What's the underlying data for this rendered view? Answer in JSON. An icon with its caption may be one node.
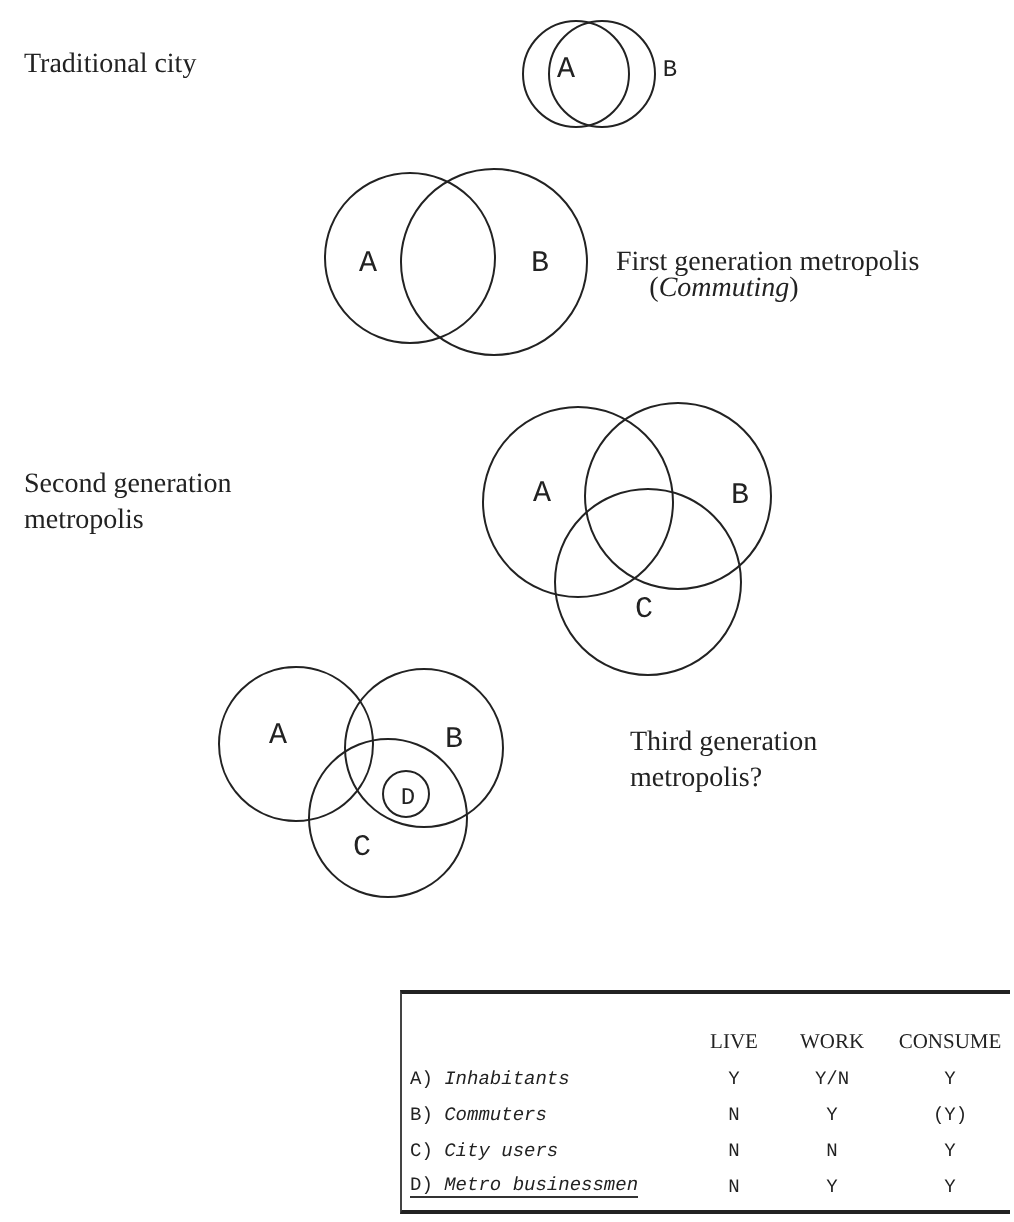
{
  "diagram": {
    "nodes": [
      {
        "text": [
          "A"
        ]
      },
      {
        "text": [
          "B"
        ]
      },
      {
        "text": [
          "A"
        ]
      },
      {
        "text": [
          "B"
        ]
      },
      {
        "text": [
          "A"
        ]
      },
      {
        "text": [
          "B"
        ]
      },
      {
        "text": [
          "C"
        ]
      },
      {
        "text": [
          "A"
        ]
      },
      {
        "text": [
          "B"
        ]
      },
      {
        "text": [
          "C"
        ]
      },
      {
        "text": [
          "D"
        ]
      }
    ],
    "labels": [
      "Traditional city",
      "First generation metropolis",
      "(*Commuting*)",
      "Second generation metropolis",
      "Third generation metropolis?",
      "LIVE",
      "WORK",
      "CONSUME",
      "A) *Inhabitants*",
      "Y",
      "Y/N",
      "Y",
      "B) *Commuters*",
      "N",
      "Y",
      "(Y)",
      "C) *City users*",
      "N",
      "N",
      "Y",
      "D) *Metro businessmen*",
      "N",
      "Y",
      "Y"
    ]
  }
}
